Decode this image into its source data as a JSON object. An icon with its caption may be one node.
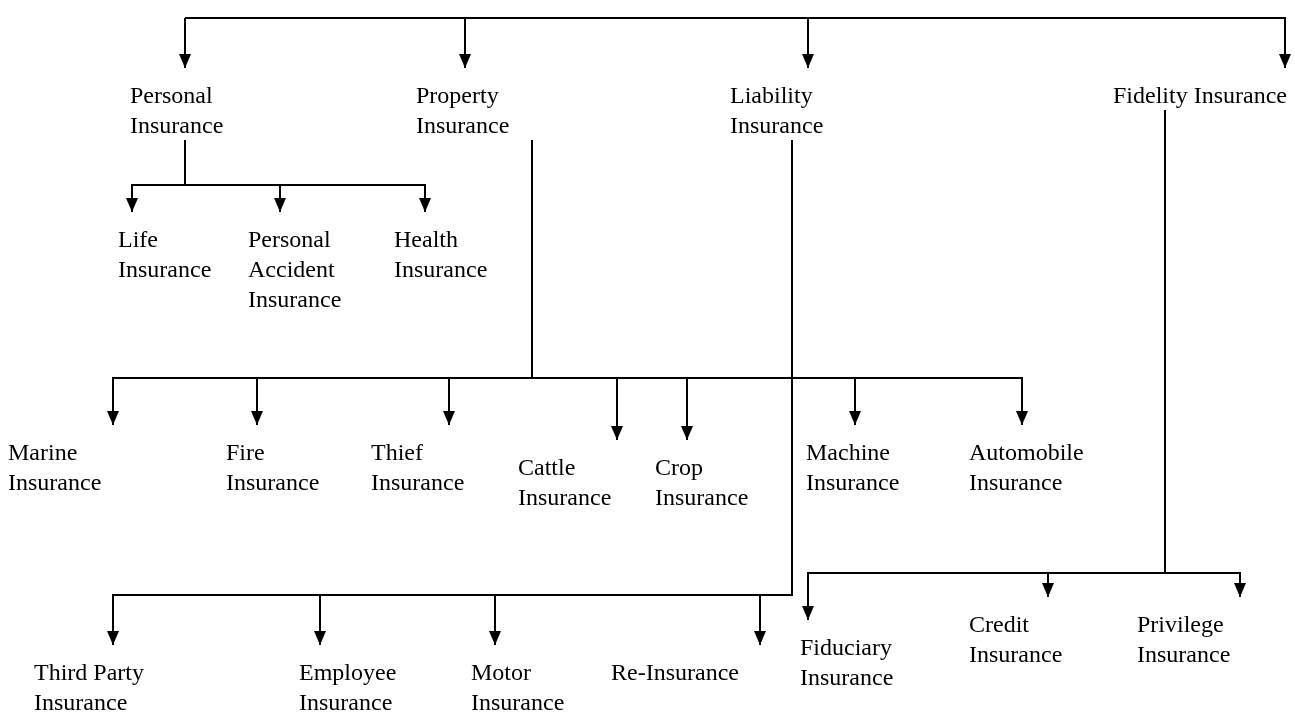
{
  "diagram": {
    "nodes": [
      {
        "text": [
          "Personal Insurance"
        ]
      },
      {
        "text": [
          "Property Insurance"
        ]
      },
      {
        "text": [
          "Liability Insurance"
        ]
      },
      {
        "text": [
          "Fidelity Insurance"
        ]
      },
      {
        "text": [
          "Life Insurance"
        ]
      },
      {
        "text": [
          "Personal Accident Insurance"
        ]
      },
      {
        "text": [
          "Health Insurance"
        ]
      },
      {
        "text": [
          "Marine Insurance"
        ]
      },
      {
        "text": [
          "Fire Insurance"
        ]
      },
      {
        "text": [
          "Thief Insurance"
        ]
      },
      {
        "text": [
          "Cattle Insurance"
        ]
      },
      {
        "text": [
          "Crop Insurance"
        ]
      },
      {
        "text": [
          "Machine Insurance"
        ]
      },
      {
        "text": [
          "Automobile Insurance"
        ]
      },
      {
        "text": [
          "Third Party Insurance"
        ]
      },
      {
        "text": [
          "Employee Insurance"
        ]
      },
      {
        "text": [
          "Motor Insurance"
        ]
      },
      {
        "text": [
          "Re-Insurance"
        ]
      },
      {
        "text": [
          "Fiduciary Insurance"
        ]
      },
      {
        "text": [
          "Credit Insurance"
        ]
      },
      {
        "text": [
          "Privilege Insurance"
        ]
      }
    ],
    "edges": [
      {
        "from": null,
        "to": 0,
        "arrow": "to"
      },
      {
        "from": null,
        "to": 1,
        "arrow": "to"
      },
      {
        "from": null,
        "to": 2,
        "arrow": "to"
      },
      {
        "from": null,
        "to": 3,
        "arrow": "to"
      },
      {
        "from": 0,
        "to": 4,
        "arrow": "to"
      },
      {
        "from": 0,
        "to": 5,
        "arrow": "to"
      },
      {
        "from": 0,
        "to": 6,
        "arrow": "to"
      },
      {
        "from": 1,
        "to": 7,
        "arrow": "to"
      },
      {
        "from": 1,
        "to": 8,
        "arrow": "to"
      },
      {
        "from": 1,
        "to": 9,
        "arrow": "to"
      },
      {
        "from": 1,
        "to": 10,
        "arrow": "to"
      },
      {
        "from": 1,
        "to": 11,
        "arrow": "to"
      },
      {
        "from": 1,
        "to": 12,
        "arrow": "to"
      },
      {
        "from": 1,
        "to": 13,
        "arrow": "to"
      },
      {
        "from": 2,
        "to": 14,
        "arrow": "to"
      },
      {
        "from": 2,
        "to": 15,
        "arrow": "to"
      },
      {
        "from": 2,
        "to": 16,
        "arrow": "to"
      },
      {
        "from": 2,
        "to": 17,
        "arrow": "to"
      },
      {
        "from": 3,
        "to": 18,
        "arrow": "to"
      },
      {
        "from": 3,
        "to": 19,
        "arrow": "to"
      },
      {
        "from": 3,
        "to": 20,
        "arrow": "to"
      }
    ]
  }
}
